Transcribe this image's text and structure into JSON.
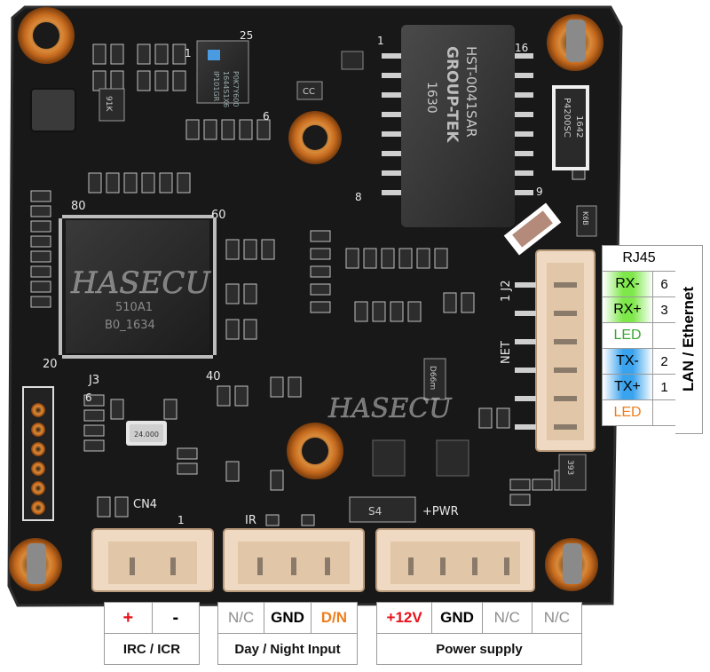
{
  "colors": {
    "board": "#181818",
    "pad_copper": "#c56a1e",
    "connector_body": "#efd9c2",
    "red": "#e8121a",
    "orange": "#ee7d1c",
    "green": "#3aa832",
    "blue_label": "#1f6fc0",
    "gray": "#8c8c8c",
    "rx_highlight": "#7ee84b",
    "tx_highlight": "#3aa3ee"
  },
  "silkscreen": {
    "ic_pin_25": "25",
    "ic_pin_1": "1",
    "ic_pin_6": "6",
    "ic_pin_80": "80",
    "ic_pin_60": "60",
    "ic_pin_20": "20",
    "ic_pin_40": "40",
    "j3": "J3",
    "j3_pin": "6",
    "cn4": "CN4",
    "cn4_pin": "1",
    "ir": "IR",
    "pwr": "+PWR",
    "net": "NET",
    "j2": "1 J2",
    "transformer_pin_1": "1",
    "transformer_pin_16": "16",
    "transformer_pin_8": "8",
    "transformer_pin_9": "9",
    "transformer_line1": "HST-0041SAR",
    "transformer_line2": "GROUP-TEK",
    "transformer_line3": "1630",
    "soc_line1": "510A1",
    "soc_line2": "B0_1634",
    "phy_line1": "IP101GR",
    "phy_line2": "1644S1X6",
    "phy_line3": "P0K7Y600",
    "diode_line1": "P4200SC",
    "diode_line2": "1642",
    "crystal": "24.000",
    "small_cc": "CC",
    "small_91k": "91K",
    "small_d6m": "D66m",
    "small_k6b": "K6B",
    "small_s4": "S4",
    "small_393": "393"
  },
  "watermarks": [
    "HASECU",
    "HASECU"
  ],
  "rj45_table": {
    "title": "RJ45",
    "side_label": "LAN / Ethernet",
    "rows": [
      {
        "label": "RX-",
        "pin": "6"
      },
      {
        "label": "RX+",
        "pin": "3"
      },
      {
        "label": "LED",
        "pin": ""
      },
      {
        "label": "TX-",
        "pin": "2"
      },
      {
        "label": "TX+",
        "pin": "1"
      },
      {
        "label": "LED",
        "pin": ""
      }
    ]
  },
  "irc_table": {
    "pins": [
      "+",
      "-"
    ],
    "caption": "IRC / ICR"
  },
  "daynight_table": {
    "pins": [
      "N/C",
      "GND",
      "D/N"
    ],
    "caption": "Day / Night Input"
  },
  "power_table": {
    "pins": [
      "+12V",
      "GND",
      "N/C",
      "N/C"
    ],
    "caption": "Power supply"
  }
}
